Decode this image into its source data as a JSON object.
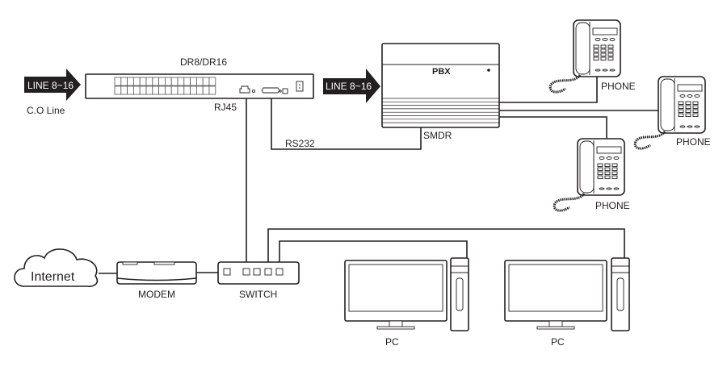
{
  "labels": {
    "line_in_1": "LINE 8~16",
    "co_line": "C.O Line",
    "recorder": "DR8/DR16",
    "rj45": "RJ45",
    "rs232": "RS232",
    "line_in_2": "LINE 8~16",
    "pbx": "PBX",
    "smdr": "SMDR",
    "phones": [
      "PHONE",
      "PHONE",
      "PHONE"
    ],
    "internet": "Internet",
    "modem": "MODEM",
    "switch": "SWITCH",
    "pcs": [
      "PC",
      "PC"
    ]
  },
  "colors": {
    "ink": "#231f20",
    "background": "#ffffff"
  }
}
